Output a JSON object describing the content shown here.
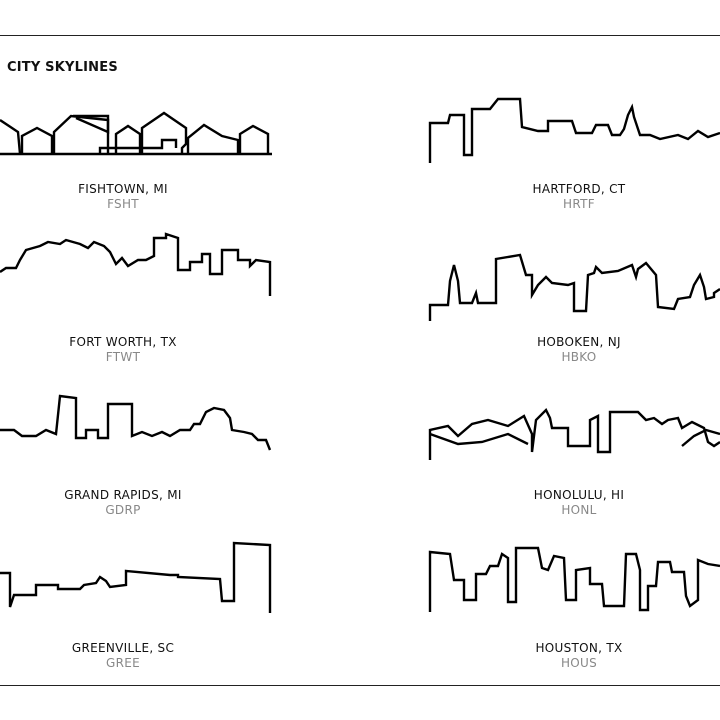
{
  "title": "CITY SKYLINES",
  "cities": [
    {
      "name": "FISHTOWN, MI",
      "code": "FSHT"
    },
    {
      "name": "HARTFORD, CT",
      "code": "HRTF"
    },
    {
      "name": "FORT WORTH, TX",
      "code": "FTWT"
    },
    {
      "name": "HOBOKEN, NJ",
      "code": "HBKO"
    },
    {
      "name": "GRAND RAPIDS, MI",
      "code": "GDRP"
    },
    {
      "name": "HONOLULU, HI",
      "code": "HONL"
    },
    {
      "name": "GREENVILLE, SC",
      "code": "GREE"
    },
    {
      "name": "HOUSTON, TX",
      "code": "HOUS"
    }
  ]
}
